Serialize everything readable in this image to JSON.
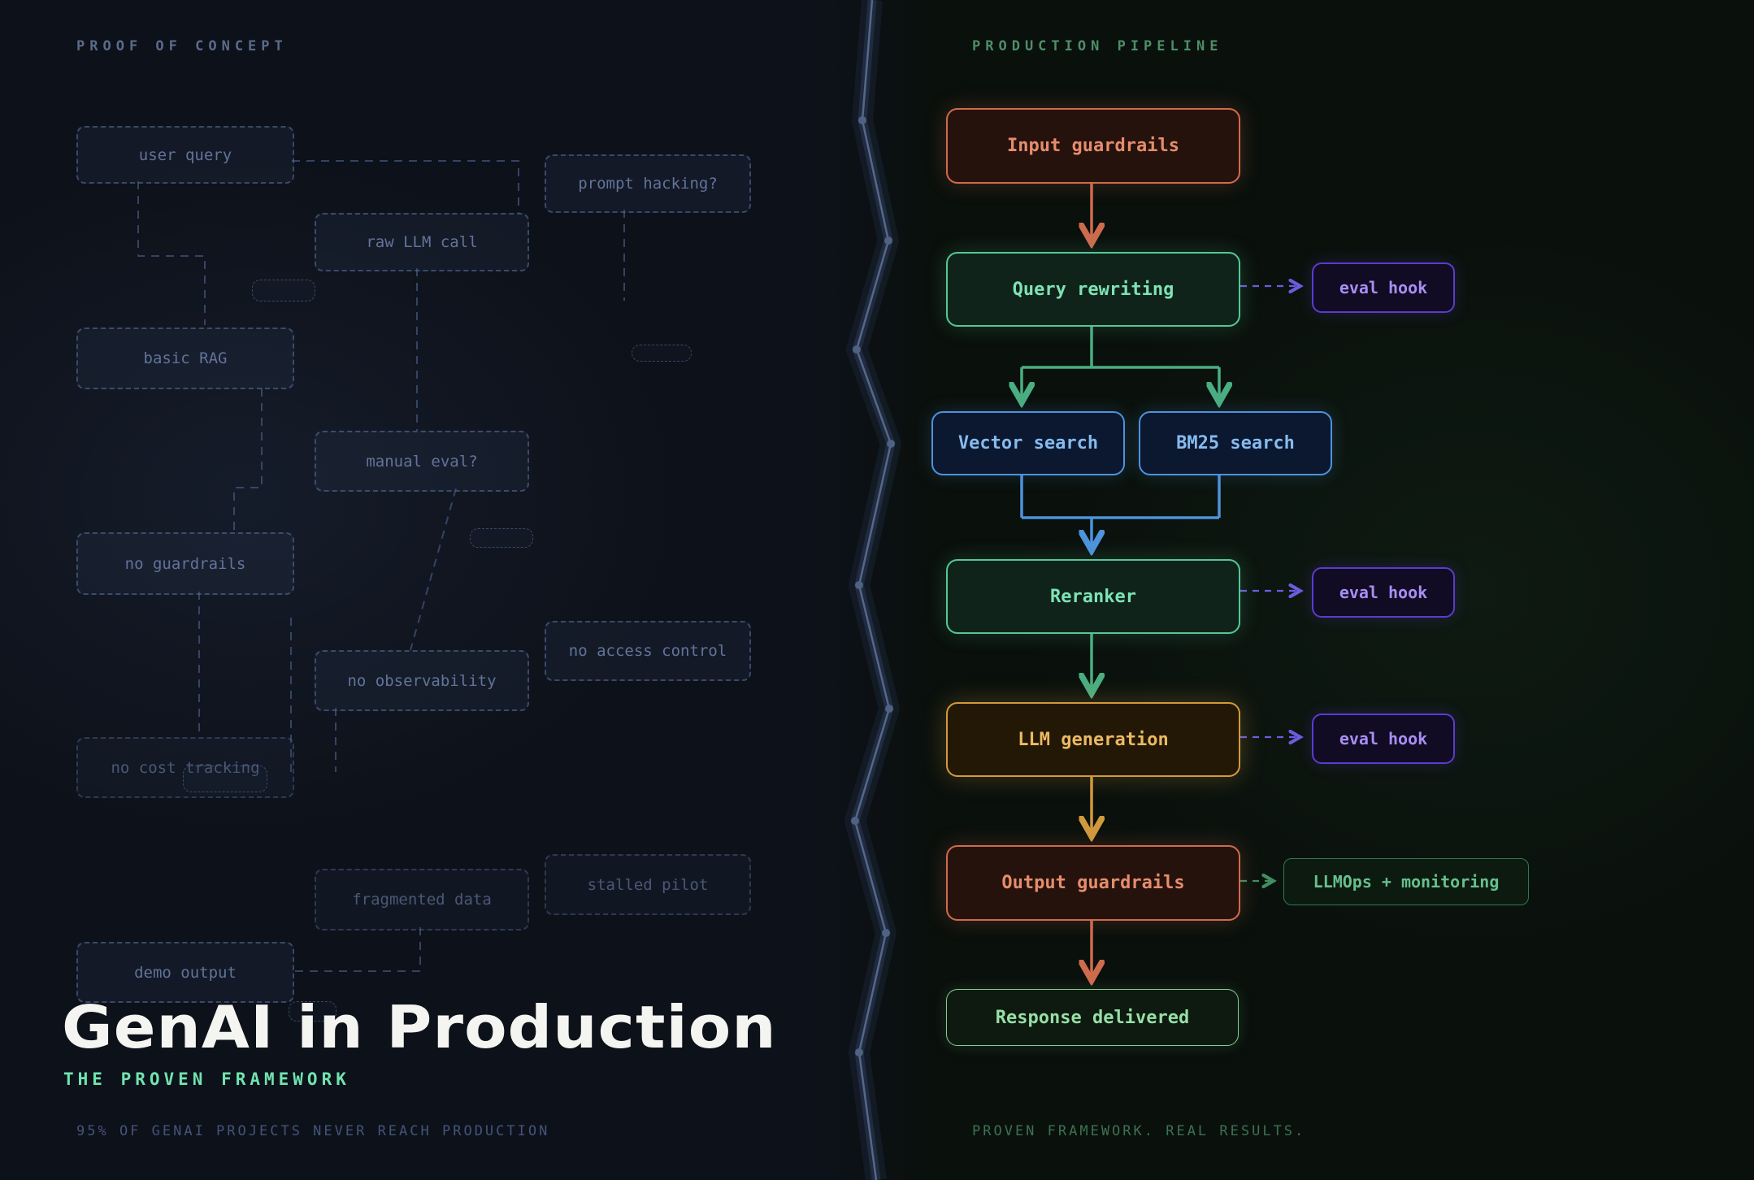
{
  "left_panel": {
    "header": "PROOF OF CONCEPT",
    "footer": "95% OF GENAI PROJECTS NEVER REACH PRODUCTION",
    "boxes": [
      {
        "id": "user-query",
        "label": "user query"
      },
      {
        "id": "prompt-hacking",
        "label": "prompt hacking?"
      },
      {
        "id": "raw-llm-call",
        "label": "raw LLM call"
      },
      {
        "id": "basic-rag",
        "label": "basic RAG"
      },
      {
        "id": "manual-eval",
        "label": "manual eval?"
      },
      {
        "id": "no-guardrails",
        "label": "no guardrails"
      },
      {
        "id": "no-access-control",
        "label": "no access control"
      },
      {
        "id": "no-observability",
        "label": "no observability"
      },
      {
        "id": "no-cost-tracking",
        "label": "no cost tracking"
      },
      {
        "id": "fragmented-data",
        "label": "fragmented data"
      },
      {
        "id": "stalled-pilot",
        "label": "stalled pilot"
      },
      {
        "id": "demo-output",
        "label": "demo output"
      }
    ]
  },
  "right_panel": {
    "header": "PRODUCTION PIPELINE",
    "footer": "PROVEN FRAMEWORK. REAL RESULTS.",
    "nodes": {
      "input_guardrails": {
        "label": "Input guardrails",
        "color": "#cf6b4d"
      },
      "query_rewriting": {
        "label": "Query rewriting",
        "color": "#55c795"
      },
      "vector_search": {
        "label": "Vector search",
        "color": "#4d93dd"
      },
      "bm25_search": {
        "label": "BM25 search",
        "color": "#4d93dd"
      },
      "reranker": {
        "label": "Reranker",
        "color": "#55c795"
      },
      "llm_generation": {
        "label": "LLM generation",
        "color": "#d19a3d"
      },
      "output_guardrails": {
        "label": "Output guardrails",
        "color": "#cf6b4d"
      },
      "response_delivered": {
        "label": "Response delivered",
        "color": "#82cf92"
      },
      "llmops": {
        "label": "LLMOps + monitoring",
        "color": "#2f7a50"
      }
    },
    "eval_hooks": [
      {
        "label": "eval hook"
      },
      {
        "label": "eval hook"
      },
      {
        "label": "eval hook"
      }
    ]
  },
  "title_block": {
    "title": "GenAI in Production",
    "subtitle": "THE PROVEN FRAMEWORK"
  },
  "palette": {
    "salmon": "#cf6b4d",
    "green": "#55c795",
    "blue": "#4d93dd",
    "purple": "#6d5be0",
    "amber": "#d19a3d",
    "mint": "#70e3b0",
    "slate": "#5b6b8d",
    "dim_green": "#4d8e68"
  }
}
